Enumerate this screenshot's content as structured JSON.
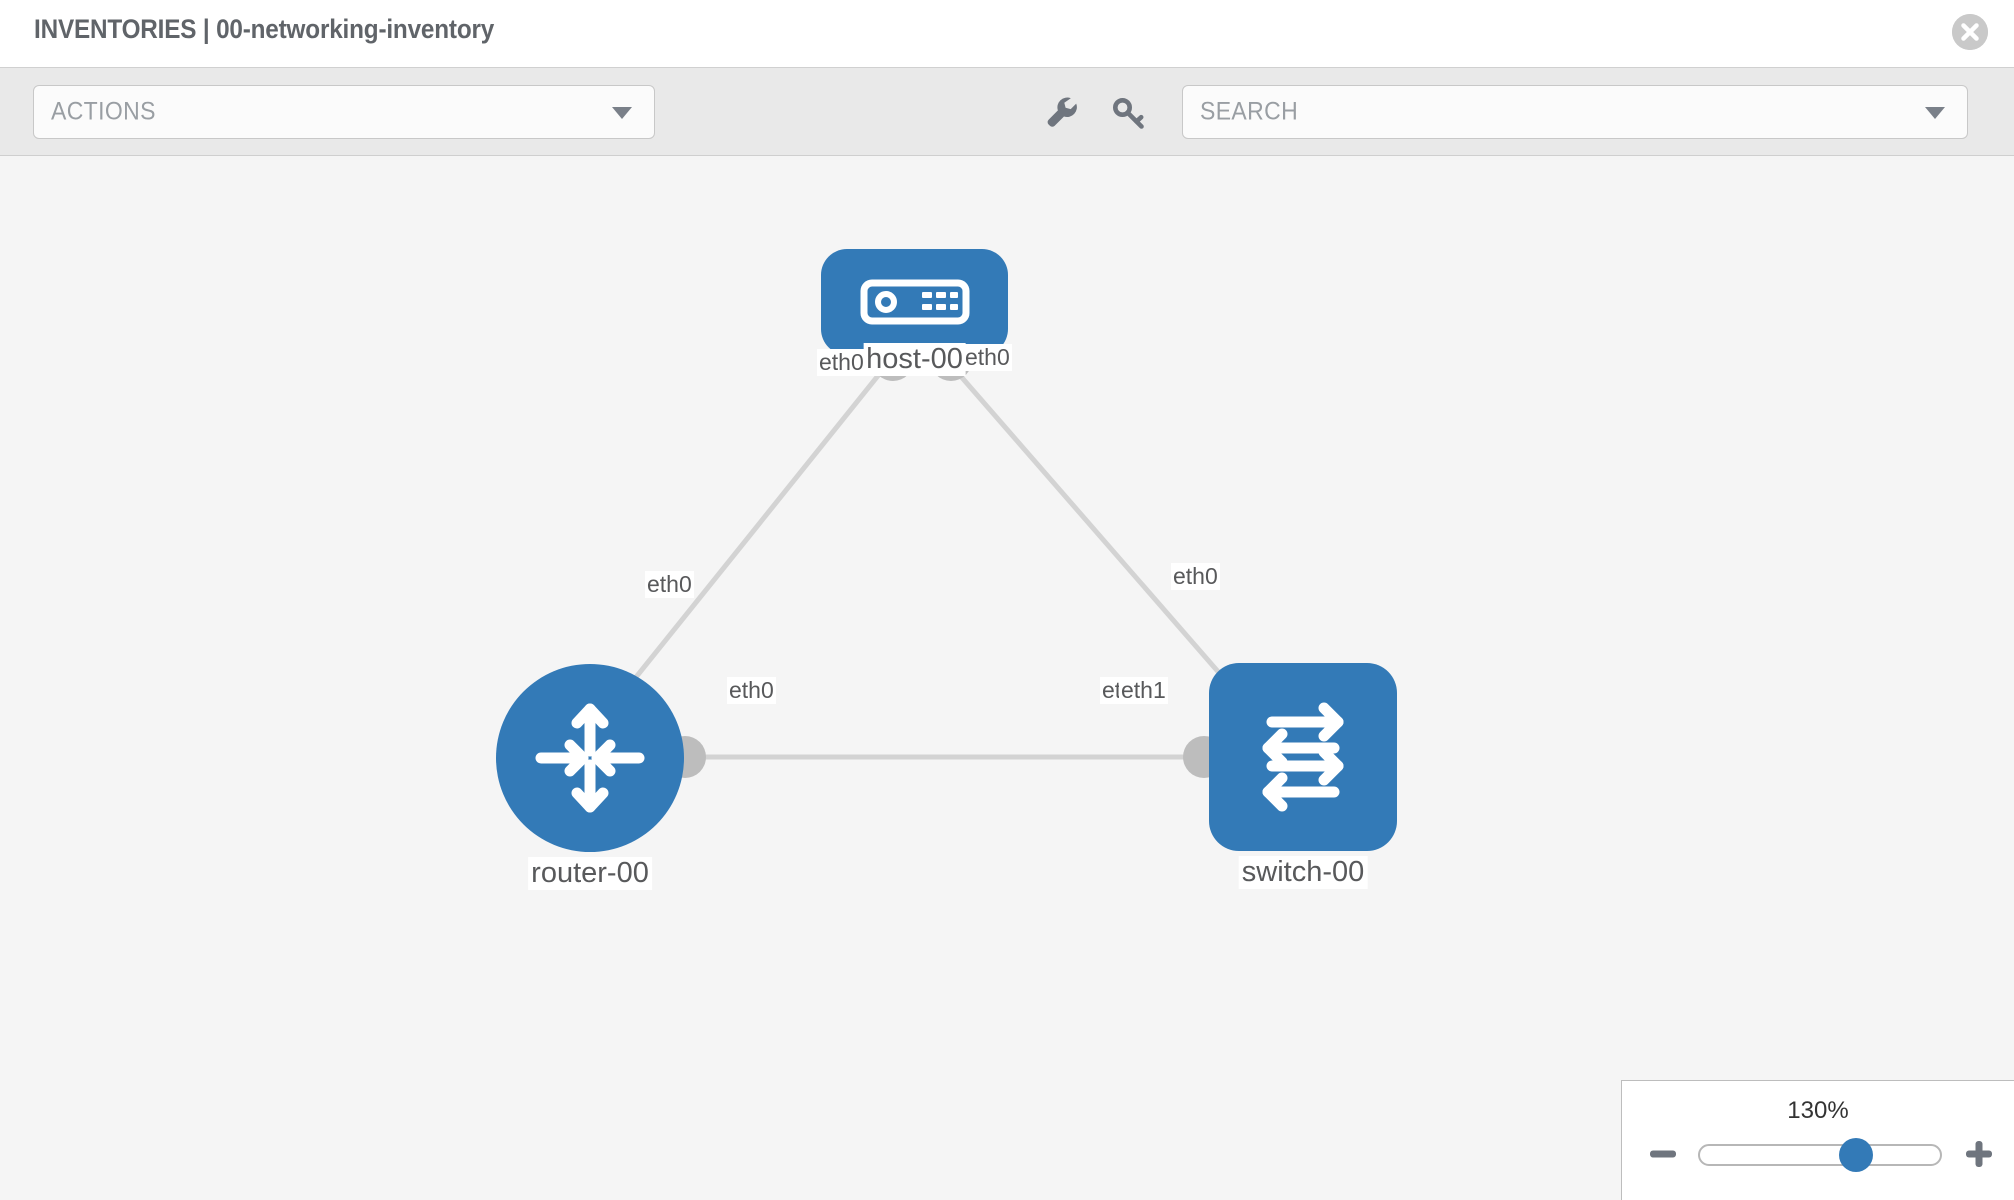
{
  "header": {
    "title": "INVENTORIES | 00-networking-inventory",
    "close_icon": "close-circle-icon"
  },
  "toolbar": {
    "actions_select": {
      "value": "ACTIONS",
      "caret_icon": "chevron-down-icon"
    },
    "search_select": {
      "value": "SEARCH",
      "caret_icon": "chevron-down-icon"
    },
    "wrench_icon": "wrench-icon",
    "key_icon": "key-icon"
  },
  "topology": {
    "nodes": [
      {
        "id": "host-00",
        "label": "host-00",
        "type": "host",
        "icon": "server-icon",
        "color": "#337ab7"
      },
      {
        "id": "router-00",
        "label": "router-00",
        "type": "router",
        "icon": "router-arrows-icon",
        "color": "#337ab7"
      },
      {
        "id": "switch-00",
        "label": "switch-00",
        "type": "switch",
        "icon": "switch-arrows-icon",
        "color": "#337ab7"
      }
    ],
    "edges": [
      {
        "from": "host-00",
        "to": "router-00",
        "from_label": "eth0",
        "to_label": "eth0"
      },
      {
        "from": "host-00",
        "to": "switch-00",
        "from_label": "eth0",
        "to_label": "eth0"
      },
      {
        "from": "router-00",
        "to": "switch-00",
        "from_label": "eth0",
        "to_label_a": "eth0",
        "to_label_b": "eth1"
      }
    ],
    "edge_labels": {
      "host_left": "eth0",
      "host_right": "eth0",
      "router_up": "eth0",
      "switch_up": "eth0",
      "router_right": "eth0",
      "switch_left_a": "eth0",
      "switch_left_b": "eth1"
    },
    "link_color": "#d3d3d3",
    "connector_color": "#bdbdbd"
  },
  "zoom_control": {
    "percent": "130%",
    "minus_icon": "minus-icon",
    "plus_icon": "plus-icon",
    "thumb_position_pct": 65
  }
}
